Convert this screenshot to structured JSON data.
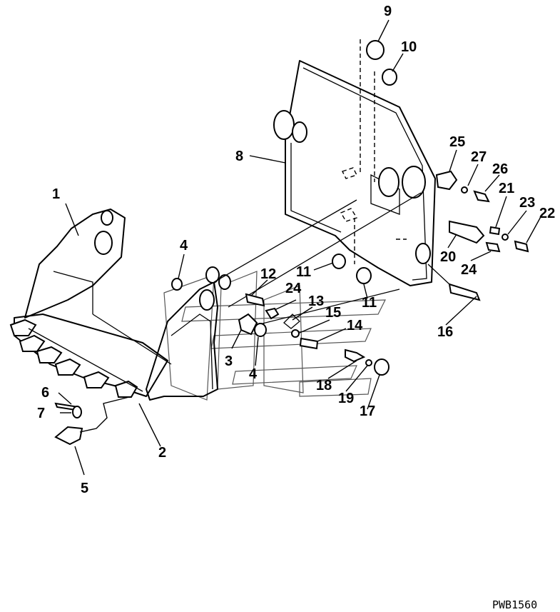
{
  "drawing_code": "PWB1560",
  "callouts": {
    "c1": "1",
    "c2": "2",
    "c3": "3",
    "c4a": "4",
    "c4b": "4",
    "c5": "5",
    "c6": "6",
    "c7": "7",
    "c8": "8",
    "c9": "9",
    "c10": "10",
    "c11a": "11",
    "c11b": "11",
    "c12": "12",
    "c13": "13",
    "c14": "14",
    "c15": "15",
    "c16": "16",
    "c17": "17",
    "c18": "18",
    "c19": "19",
    "c20": "20",
    "c21": "21",
    "c22": "22",
    "c23": "23",
    "c24a": "24",
    "c24b": "24",
    "c25": "25",
    "c26": "26",
    "c27": "27"
  }
}
